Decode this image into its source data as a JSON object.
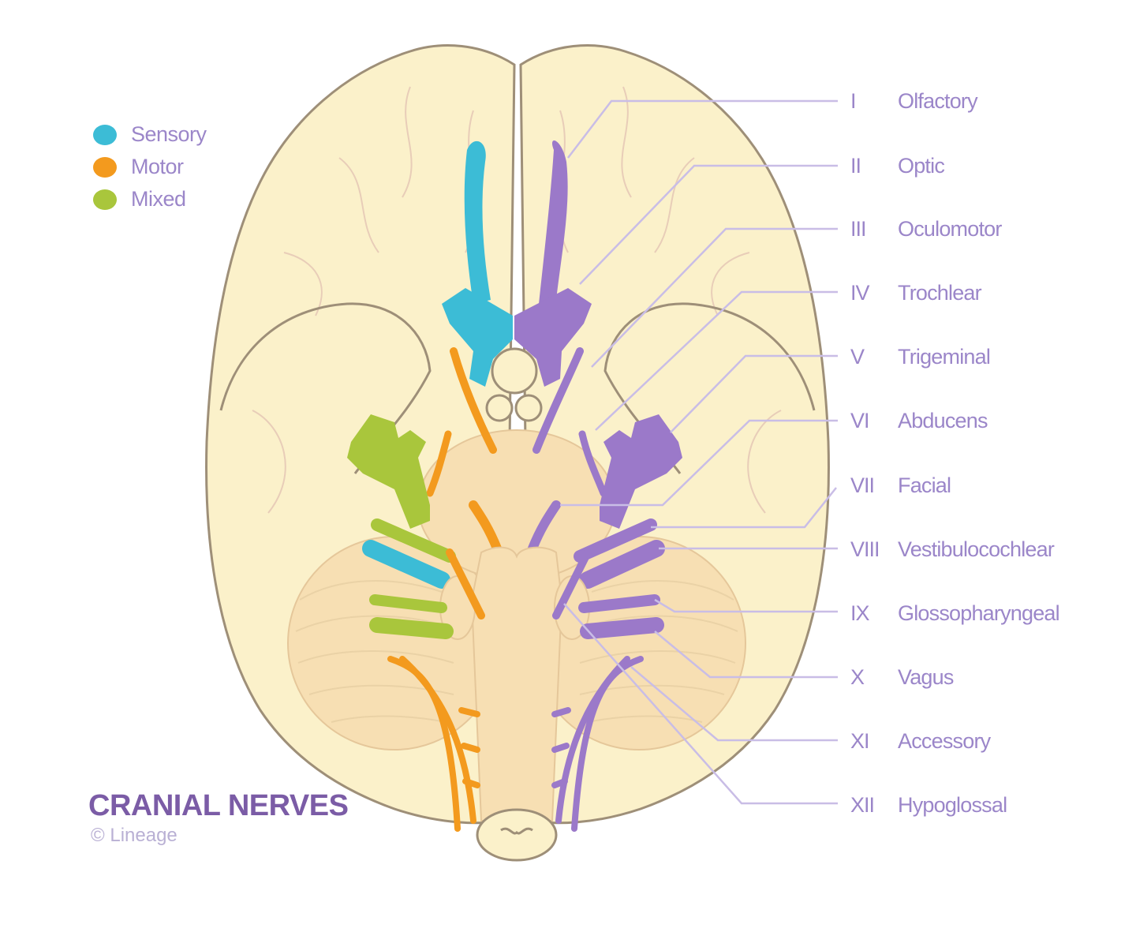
{
  "legend": [
    {
      "label": "Sensory",
      "color": "#3cbcd6"
    },
    {
      "label": "Motor",
      "color": "#f39a1e"
    },
    {
      "label": "Mixed",
      "color": "#a9c63c"
    }
  ],
  "colors": {
    "brain": "#fbf1ca",
    "brain_outline": "#9e8f78",
    "brainstem": "#f7dfb3",
    "sensory": "#3cbcd6",
    "motor": "#f39a1e",
    "mixed": "#a9c63c",
    "purple": "#9b79c9",
    "leader": "#c9bde6"
  },
  "nerves": [
    {
      "numeral": "I",
      "name": "Olfactory"
    },
    {
      "numeral": "II",
      "name": "Optic"
    },
    {
      "numeral": "III",
      "name": "Oculomotor"
    },
    {
      "numeral": "IV",
      "name": "Trochlear"
    },
    {
      "numeral": "V",
      "name": "Trigeminal"
    },
    {
      "numeral": "VI",
      "name": "Abducens"
    },
    {
      "numeral": "VII",
      "name": "Facial"
    },
    {
      "numeral": "VIII",
      "name": "Vestibulocochlear"
    },
    {
      "numeral": "IX",
      "name": "Glossopharyngeal"
    },
    {
      "numeral": "X",
      "name": "Vagus"
    },
    {
      "numeral": "XI",
      "name": "Accessory"
    },
    {
      "numeral": "XII",
      "name": "Hypoglossal"
    }
  ],
  "title": "CRANIAL NERVES",
  "credit": "© Lineage"
}
